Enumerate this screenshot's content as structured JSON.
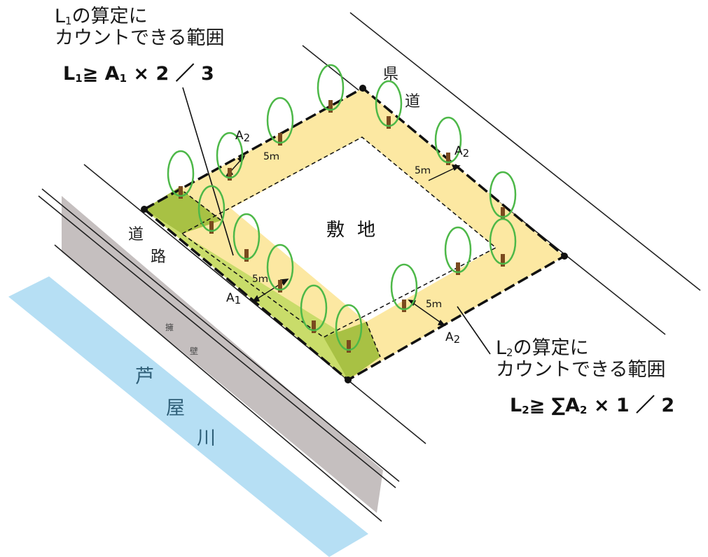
{
  "note_l1": {
    "line1_a": "L",
    "line1_sub": "1",
    "line1_b": "の算定に",
    "line2": "カウントできる範囲",
    "formula_a": "L",
    "formula_sub1": "1",
    "formula_b": "≧ A",
    "formula_sub2": "1",
    "formula_c": "× 2 ／ 3"
  },
  "note_l2": {
    "line1_a": "L",
    "line1_sub": "2",
    "line1_b": "の算定に",
    "line2": "カウントできる範囲",
    "formula_a": "L",
    "formula_sub1": "2",
    "formula_b": "≧ ∑A",
    "formula_sub2": "2",
    "formula_c": "× 1 ／ 2"
  },
  "labels": {
    "prefectural_road": [
      "県",
      "道"
    ],
    "road": [
      "道",
      "路"
    ],
    "site": "敷地",
    "retaining_wall": [
      "擁",
      "壁"
    ],
    "river": [
      "芦",
      "屋",
      "川"
    ],
    "setback": "5ｍ",
    "a1": "A",
    "a1_sub": "1",
    "a2": "A",
    "a2_sub": "2"
  },
  "colors": {
    "l2_band": "#fce8a2",
    "l1_band": "#c9dc6a",
    "l1_corner": "#a8c144",
    "river": "#b6dff4",
    "retaining_wall": "#c5bfbf",
    "tree_crown": "#4db848",
    "tree_trunk": "#7a4a1f"
  }
}
